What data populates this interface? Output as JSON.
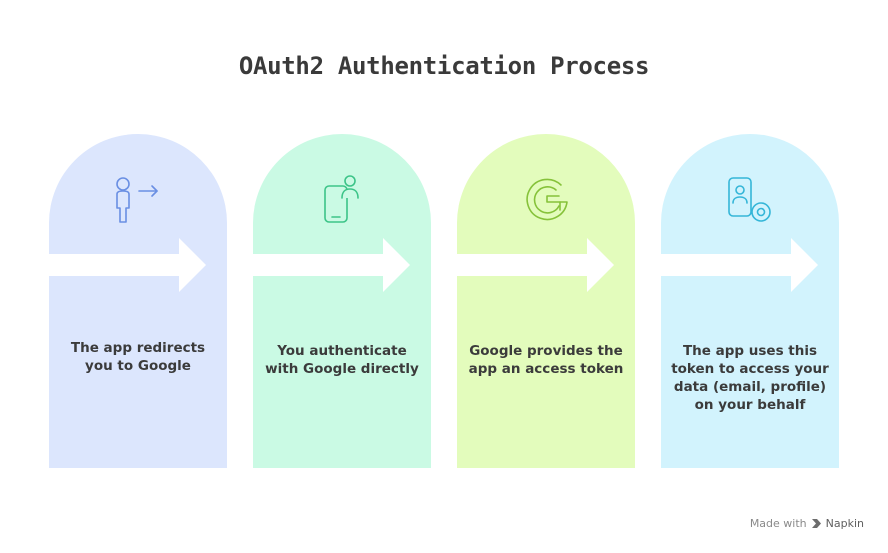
{
  "diagram": {
    "title": "OAuth2 Authentication Process",
    "steps": [
      {
        "text": "The app redirects you to Google",
        "icon": "user-redirect-icon",
        "color": "#dce6fd",
        "icon_color": "#6a8fe3"
      },
      {
        "text": "You authenticate with Google directly",
        "icon": "phone-user-icon",
        "color": "#cafae4",
        "icon_color": "#3cc488"
      },
      {
        "text": "Google provides the app an access token",
        "icon": "google-logo-icon",
        "color": "#e3fcbc",
        "icon_color": "#86c23a"
      },
      {
        "text": "The app uses this token to access your data (email, profile) on your behalf",
        "icon": "profile-settings-icon",
        "color": "#d2f3fd",
        "icon_color": "#35b6d8"
      }
    ]
  },
  "watermark": {
    "prefix": "Made with",
    "brand": "Napkin"
  }
}
